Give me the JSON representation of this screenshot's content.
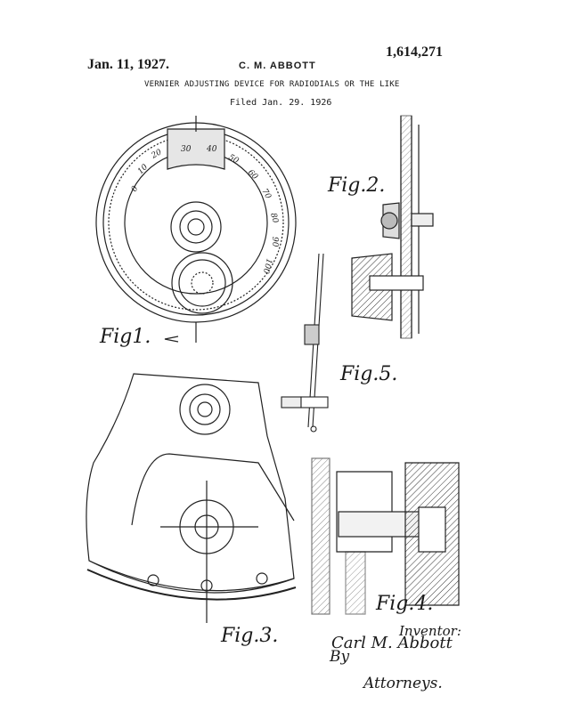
{
  "header": {
    "date": "Jan. 11, 1927.",
    "inventor": "C. M. ABBOTT",
    "patent_number": "1,614,271",
    "title": "VERNIER ADJUSTING DEVICE FOR RADIODIALS OR THE LIKE",
    "filed": "Filed Jan. 29. 1926"
  },
  "figures": {
    "fig1": "Fig1.",
    "fig2": "Fig.2.",
    "fig3": "Fig.3.",
    "fig4": "Fig.4.",
    "fig5": "Fig.5."
  },
  "dial_scale": [
    "0",
    "10",
    "20",
    "30",
    "40",
    "50",
    "60",
    "70",
    "80",
    "90",
    "100"
  ],
  "signature": {
    "inventor_label": "Inventor:",
    "inventor_name": "Carl M. Abbott",
    "by": "By",
    "attorneys": "Attorneys."
  },
  "colors": {
    "ink": "#1a1a1a",
    "paper": "#ffffff"
  }
}
